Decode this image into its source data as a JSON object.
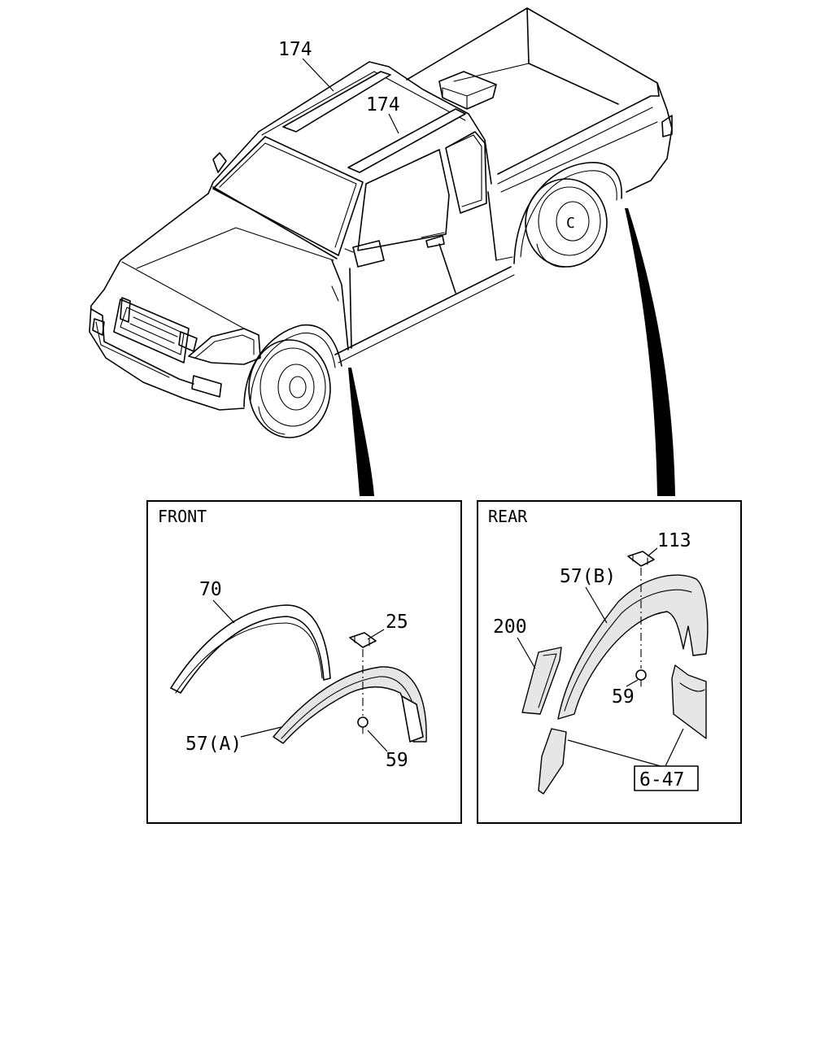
{
  "callouts": {
    "roof_rail_1": "174",
    "roof_rail_2": "174",
    "front_fender_moulding": "70",
    "front_clip": "25",
    "front_flare": "57(A)",
    "front_screw": "59",
    "rear_clip": "113",
    "rear_flare": "57(B)",
    "rear_trim": "200",
    "rear_screw": "59",
    "mud_flap_ref": "6-47"
  },
  "panels": {
    "front_title": "FRONT",
    "rear_title": "REAR"
  },
  "colors": {
    "line": "#000000",
    "background": "#ffffff",
    "part_fill": "#e6e6e6"
  }
}
